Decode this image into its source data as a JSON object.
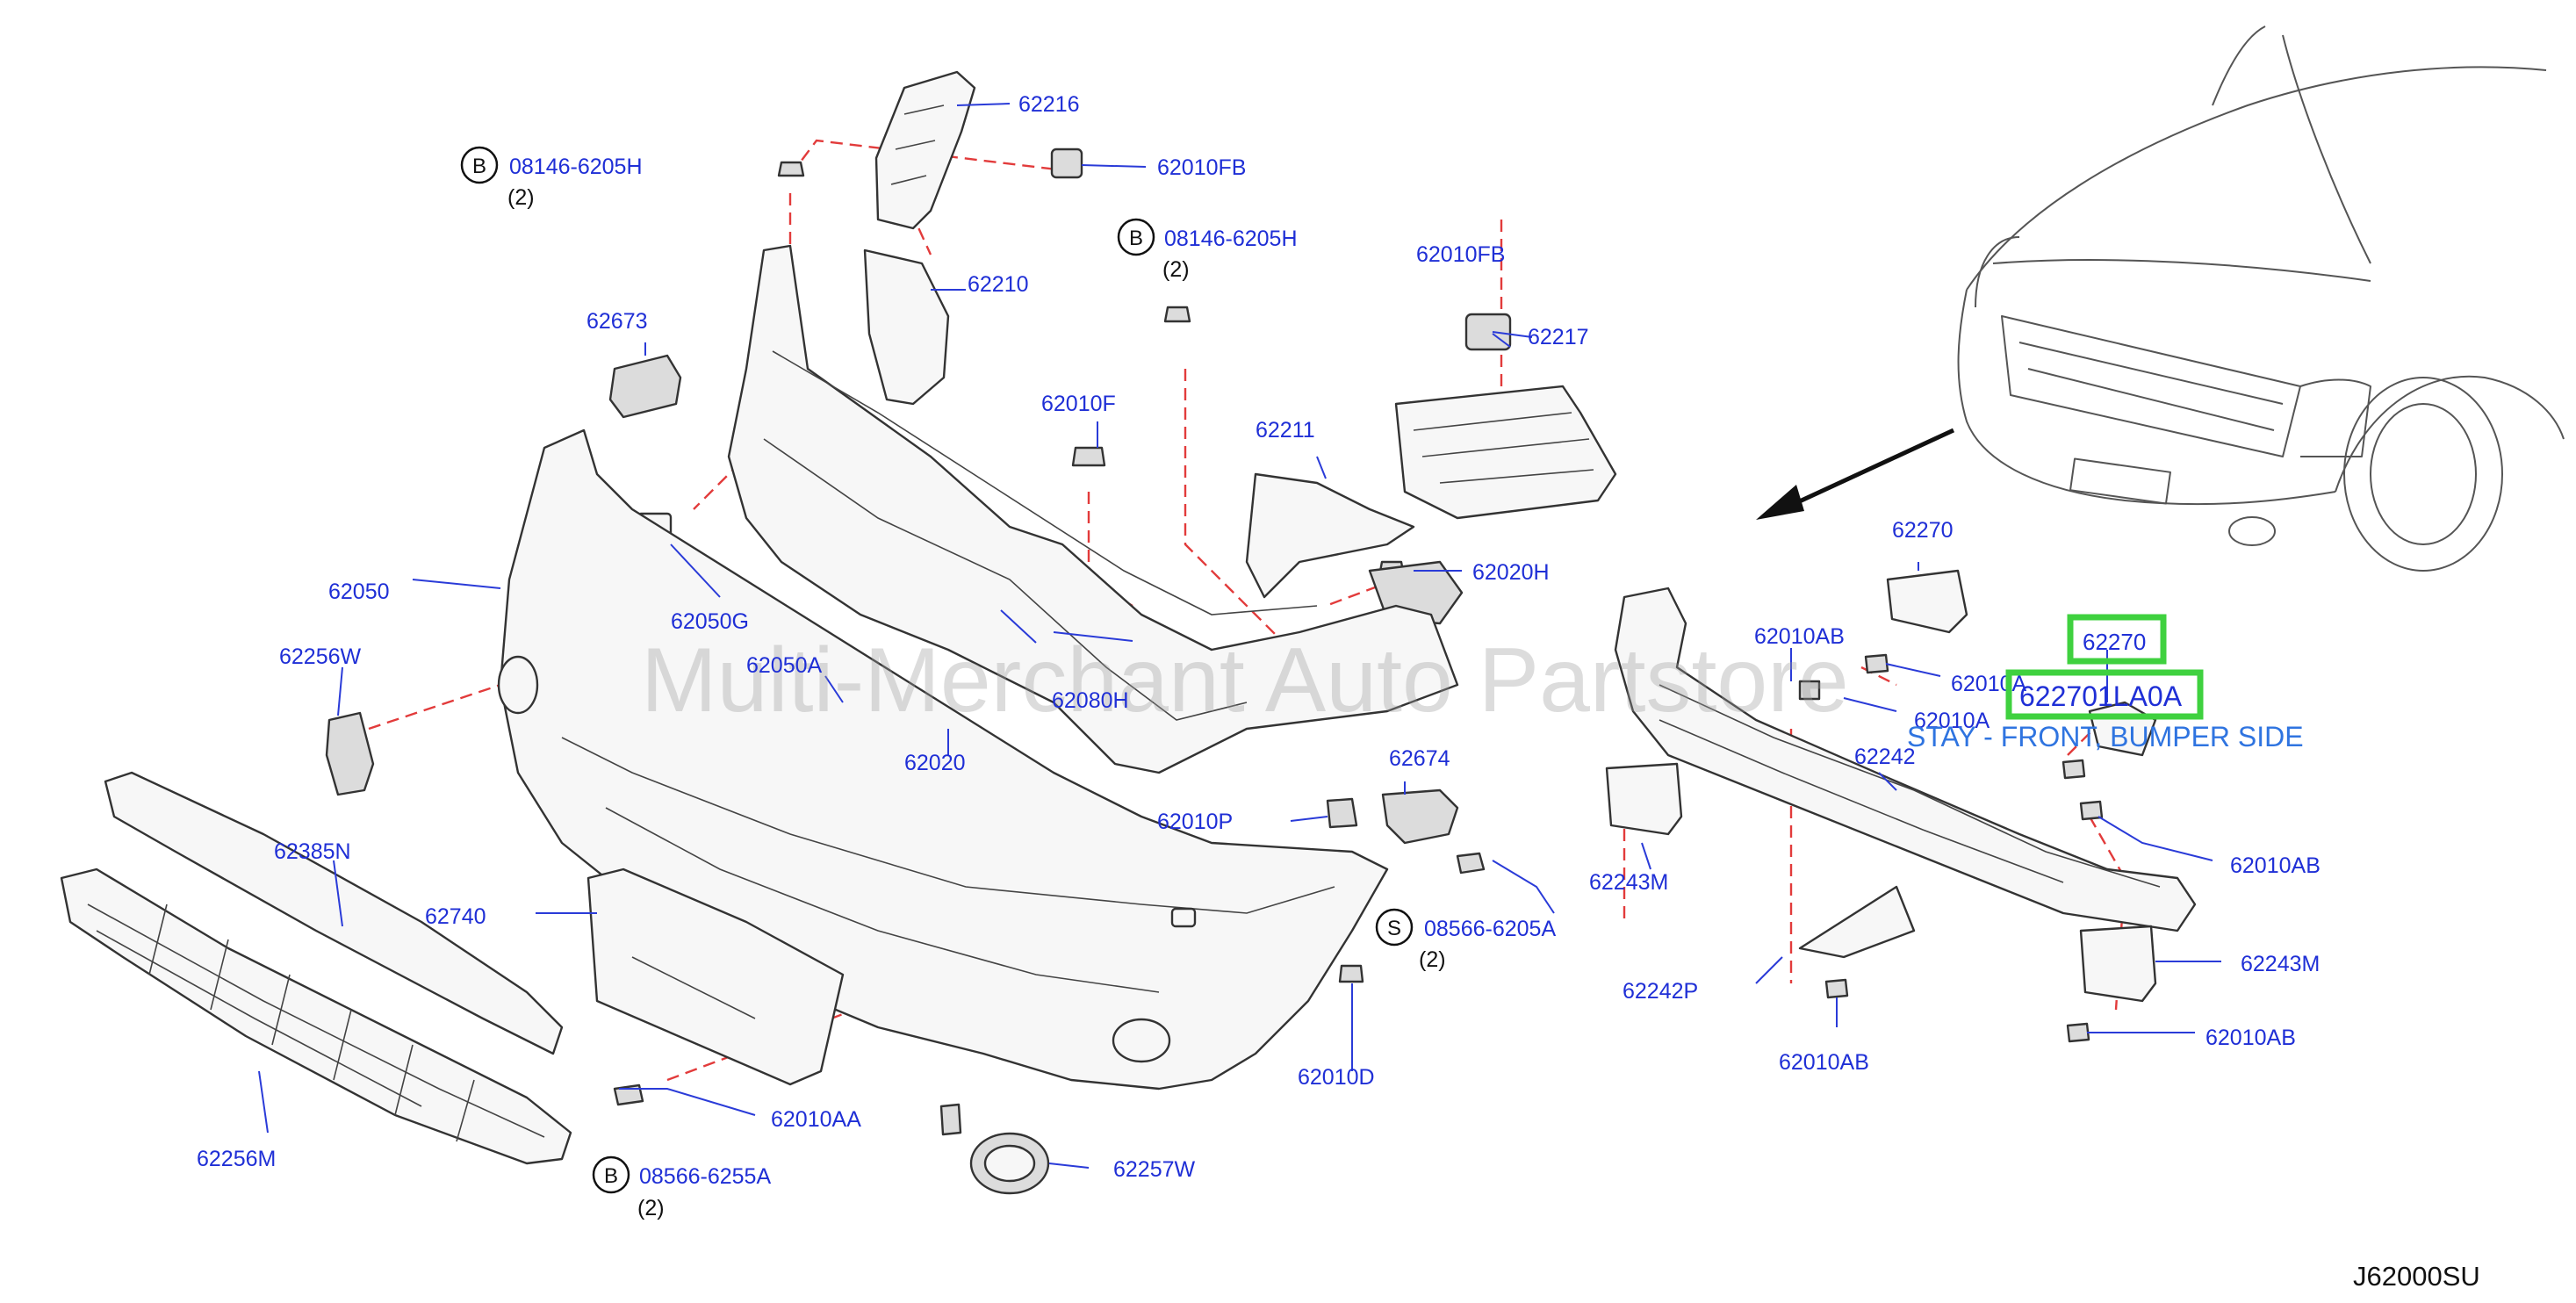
{
  "diagram": {
    "watermark": "Multi-Merchant Auto Partstore",
    "figure_code": "J62000SU",
    "highlight": {
      "part_number": "62270",
      "full_part_number": "622701LA0A",
      "description": "STAY - FRONT, BUMPER SIDE"
    },
    "labels": {
      "l_62216": "62216",
      "l_62010FB_top": "62010FB",
      "l_62210": "62210",
      "l_62010FB_right": "62010FB",
      "l_62217": "62217",
      "l_62673": "62673",
      "l_62010F": "62010F",
      "l_62211": "62211",
      "l_62020H": "62020H",
      "l_62050": "62050",
      "l_62050G": "62050G",
      "l_62256W": "62256W",
      "l_62050A": "62050A",
      "l_62080H": "62080H",
      "l_62020": "62020",
      "l_62674": "62674",
      "l_62010P": "62010P",
      "l_62385N": "62385N",
      "l_62740": "62740",
      "l_62010AA": "62010AA",
      "l_62256M": "62256M",
      "l_62257W": "62257W",
      "l_62010D": "62010D",
      "l_62270_top": "62270",
      "l_62010AB_1": "62010AB",
      "l_62010A_1": "62010A",
      "l_62010A_2": "62010A",
      "l_62242": "62242",
      "l_62243M_left": "62243M",
      "l_62010AB_2": "62010AB",
      "l_62242P": "62242P",
      "l_62010AB_3": "62010AB",
      "l_62243M_right": "62243M",
      "l_62010AB_4": "62010AB"
    },
    "callouts": {
      "bolt_left": {
        "letter": "B",
        "part": "08146-6205H",
        "qty": "(2)"
      },
      "bolt_center": {
        "letter": "B",
        "part": "08146-6205H",
        "qty": "(2)"
      },
      "screw_right": {
        "letter": "S",
        "part": "08566-6205A",
        "qty": "(2)"
      },
      "bolt_bottom": {
        "letter": "B",
        "part": "08566-6255A",
        "qty": "(2)"
      }
    }
  }
}
